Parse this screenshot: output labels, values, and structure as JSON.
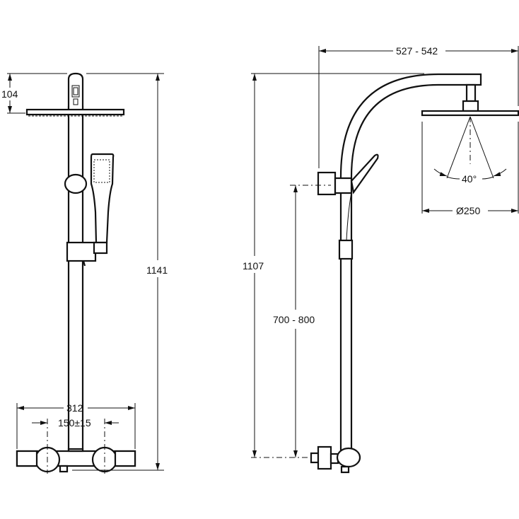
{
  "title": "Shower column dimension drawing",
  "front_view": {
    "dim_top_offset": "104",
    "dim_total_height": "1141",
    "dim_valve_width": "312",
    "dim_inlet_spacing": "150±15"
  },
  "side_view": {
    "dim_arm_reach": "527 - 542",
    "dim_spray_angle": "40°",
    "dim_head_diameter": "Ø250",
    "dim_total_height": "1107",
    "dim_bracket_height": "700 - 800"
  }
}
